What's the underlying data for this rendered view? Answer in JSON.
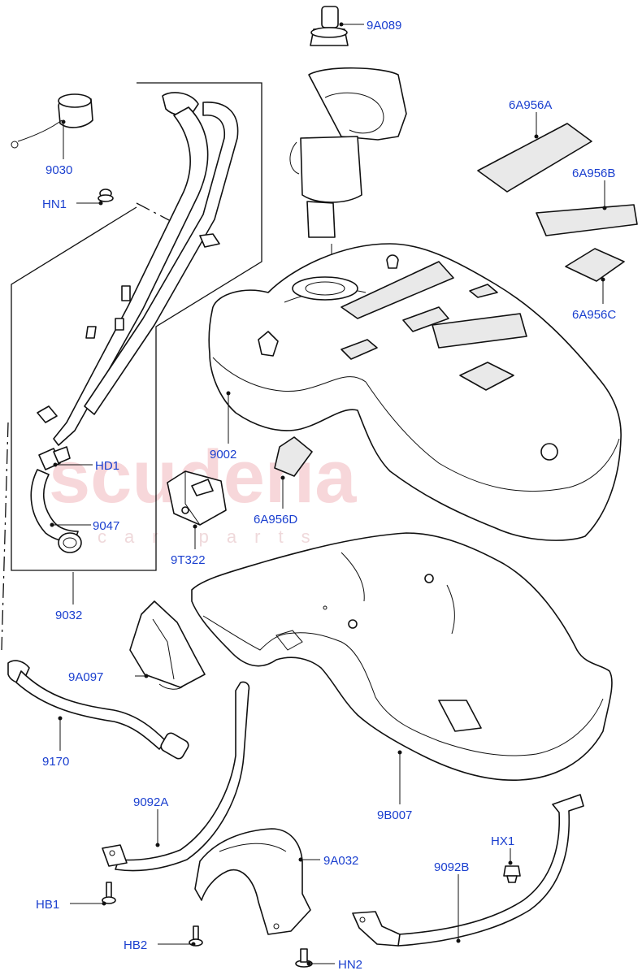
{
  "watermark": {
    "brand": "scuderia",
    "sub": "car parts"
  },
  "labels": {
    "p9A089": "9A089",
    "p6A956A": "6A956A",
    "p6A956B": "6A956B",
    "p6A956C": "6A956C",
    "p6A956D": "6A956D",
    "p9030": "9030",
    "pHN1": "HN1",
    "pHD1": "HD1",
    "p9047": "9047",
    "p9032": "9032",
    "p9002": "9002",
    "p9T322": "9T322",
    "p9A097": "9A097",
    "p9170": "9170",
    "p9092A": "9092A",
    "p9B007": "9B007",
    "p9A032": "9A032",
    "pHX1": "HX1",
    "p9092B": "9092B",
    "pHB1": "HB1",
    "pHB2": "HB2",
    "pHN2": "HN2"
  },
  "colors": {
    "label": "#1a3fcf",
    "line": "#111111",
    "watermark": "#f2b8bd"
  }
}
